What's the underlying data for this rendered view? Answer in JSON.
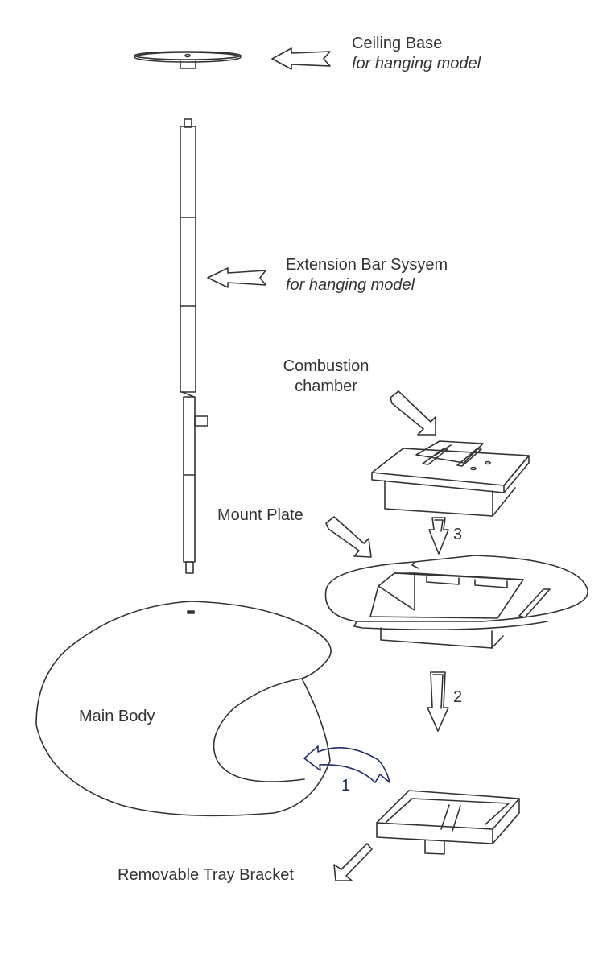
{
  "labels": {
    "ceiling_base": {
      "title": "Ceiling Base",
      "subtitle": "for hanging model"
    },
    "extension_bar": {
      "title": "Extension Bar Sysyem",
      "subtitle": "for hanging model"
    },
    "combustion_chamber": {
      "line1": "Combustion",
      "line2": "chamber"
    },
    "mount_plate": "Mount Plate",
    "main_body": "Main Body",
    "tray_bracket": "Removable Tray Bracket"
  },
  "steps": {
    "one": "1",
    "two": "2",
    "three": "3"
  },
  "colors": {
    "line": "#333333",
    "step_one": "#1f2b6e",
    "background": "#ffffff"
  }
}
